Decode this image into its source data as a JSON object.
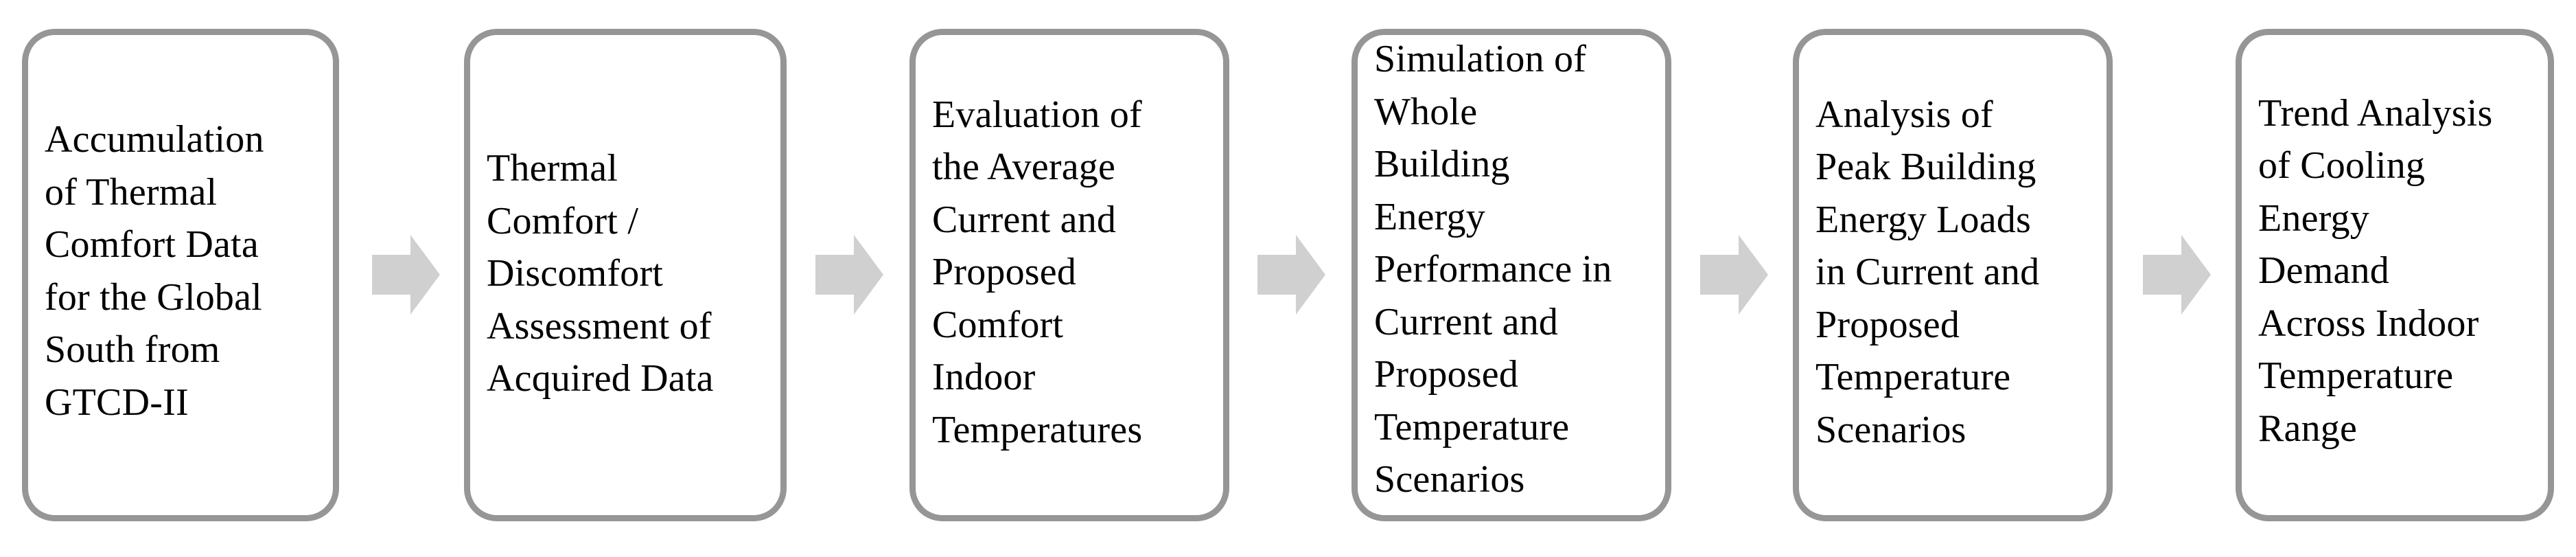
{
  "diagram": {
    "type": "process-flow",
    "orientation": "left-to-right",
    "node_count": 6,
    "arrow_count": 5,
    "colors": {
      "node_border": "#969696",
      "node_fill": "#ffffff",
      "arrow_fill": "#d0d0d0",
      "text": "#000000",
      "background": "#ffffff"
    },
    "nodes": [
      {
        "id": "step-1",
        "label": "Accumulation\nof Thermal\nComfort Data\nfor the Global\nSouth from\nGTCD-II",
        "plain": "Accumulation of Thermal Comfort Data for the Global South from GTCD-II"
      },
      {
        "id": "step-2",
        "label": "Thermal\nComfort /\nDiscomfort\nAssessment of\nAcquired Data",
        "plain": "Thermal Comfort / Discomfort Assessment of Acquired Data"
      },
      {
        "id": "step-3",
        "label": "Evaluation of\nthe Average\nCurrent and\nProposed\nComfort\nIndoor\nTemperatures",
        "plain": "Evaluation of the Average Current and Proposed Comfort Indoor Temperatures"
      },
      {
        "id": "step-4",
        "label": "Simulation of\nWhole\nBuilding\nEnergy\nPerformance in\nCurrent and\nProposed\nTemperature\nScenarios",
        "plain": "Simulation of Whole Building Energy Performance in Current and Proposed Temperature Scenarios"
      },
      {
        "id": "step-5",
        "label": "Analysis of\nPeak Building\nEnergy Loads\nin Current and\nProposed\nTemperature\nScenarios",
        "plain": "Analysis of Peak Building Energy Loads in Current and Proposed Temperature Scenarios"
      },
      {
        "id": "step-6",
        "label": "Trend Analysis\nof Cooling\nEnergy\nDemand\nAcross Indoor\nTemperature\nRange",
        "plain": "Trend Analysis of Cooling Energy Demand Across Indoor Temperature Range"
      }
    ],
    "arrows": [
      {
        "id": "arrow-1",
        "from": "step-1",
        "to": "step-2",
        "icon": "right-arrow-icon"
      },
      {
        "id": "arrow-2",
        "from": "step-2",
        "to": "step-3",
        "icon": "right-arrow-icon"
      },
      {
        "id": "arrow-3",
        "from": "step-3",
        "to": "step-4",
        "icon": "right-arrow-icon"
      },
      {
        "id": "arrow-4",
        "from": "step-4",
        "to": "step-5",
        "icon": "right-arrow-icon"
      },
      {
        "id": "arrow-5",
        "from": "step-5",
        "to": "step-6",
        "icon": "right-arrow-icon"
      }
    ]
  }
}
